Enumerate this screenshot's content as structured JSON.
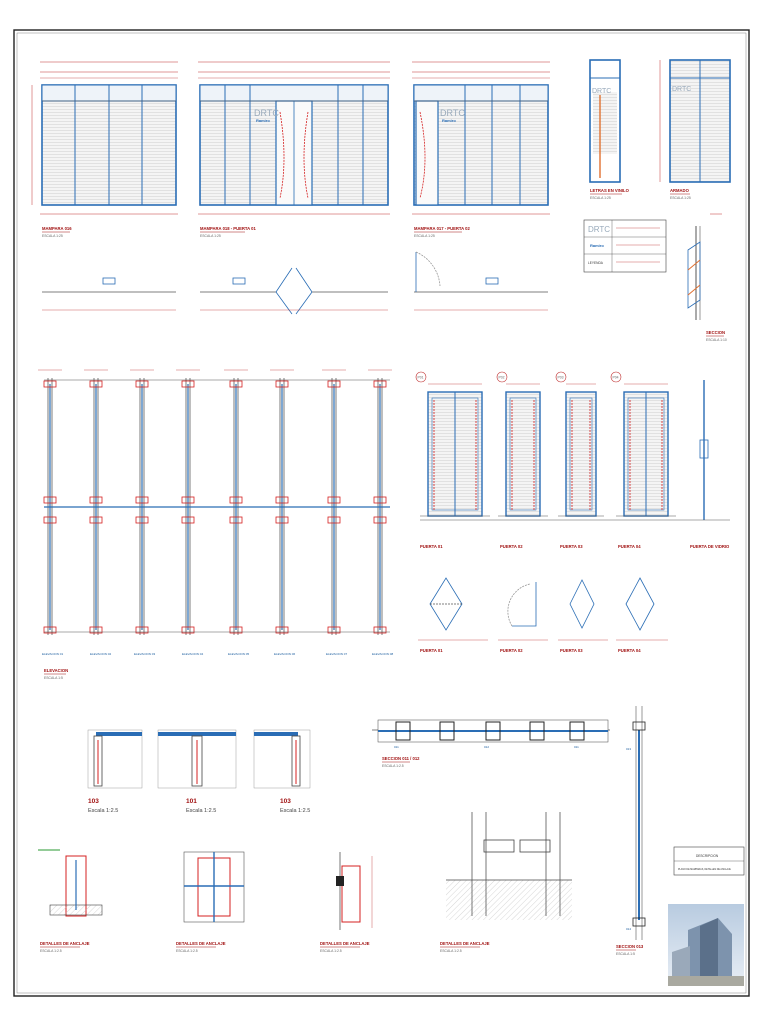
{
  "titles": {
    "m016": "MAMPARA 016",
    "m018": "MAMPARA 018 - PUERTA 01",
    "m017": "MAMPARA 017 - PUERTA 02",
    "vinilo": "LETRAS EN VINILO",
    "vinilo_esc": "ESCALA 1:25",
    "armado": "ARMADO",
    "armado_esc": "ESCALA 1:25",
    "seccion": "SECCION",
    "seccion_esc": "ESCALA 1:10",
    "elevacion": "ELEVACION",
    "elevacion_esc": "ESCALA 1:5",
    "p1": "PUERTA 01",
    "p2": "PUERTA 02",
    "p3": "PUERTA 03",
    "p4": "PUERTA 04",
    "pd": "PUERTA DE VIDRIO",
    "d103a": "103",
    "d101": "101",
    "d103b": "103",
    "esc25": "Escala 1:2.5",
    "seccion_h": "SECCION 011 / 012",
    "anc1": "DETALLES DE ANCLAJE",
    "anc2": "DETALLES DE ANCLAJE",
    "anc3": "DETALLES DE ANCLAJE",
    "anc4": "DETALLES DE ANCLAJE",
    "esc5": "ESCALA 1:2.5",
    "seccion_v": "SECCION 013",
    "seccion_v_esc": "ESCALA 1:5",
    "esc_small": "ESCALA 1:25"
  },
  "detail_tags": [
    "011",
    "012",
    "011",
    "013",
    "014"
  ],
  "elevation_tags": [
    "ELEVACION 01",
    "ELEVACION 02",
    "ELEVACION 03",
    "ELEVACION 04",
    "ELEVACION 05",
    "ELEVACION 06",
    "ELEVACION 07",
    "ELEVACION 08"
  ],
  "door_tags": [
    "P01",
    "P02",
    "P03",
    "P04"
  ],
  "logo": {
    "text": "DRTC",
    "sub": "Ramiro",
    "legend": "LEYENDA"
  },
  "title_block": {
    "line1": "DESCRIPCION",
    "line2": "PLANO DE MAMPARAS, DETALLES DE ANCLAJE"
  },
  "colors": {
    "frame": "#2a6db5",
    "red": "#d42020",
    "dim": "#c03030",
    "line": "#555555"
  }
}
